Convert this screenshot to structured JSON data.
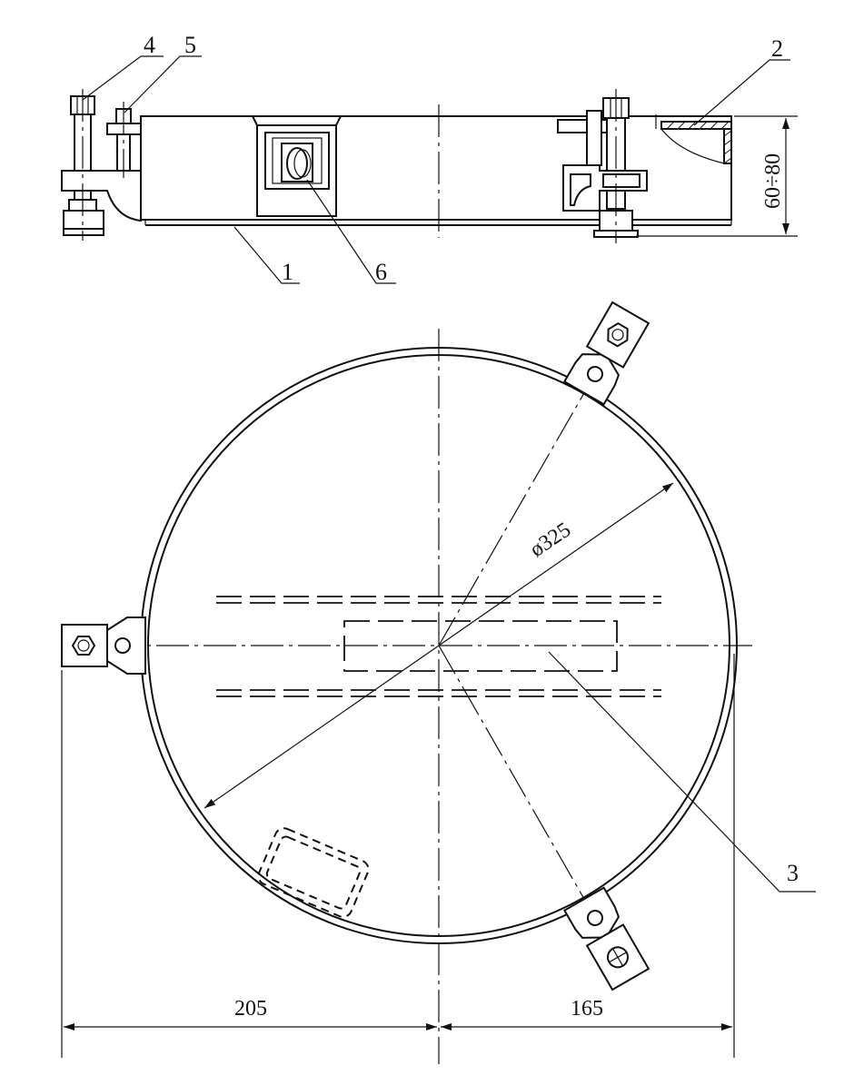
{
  "callouts": {
    "c1": "1",
    "c2": "2",
    "c3": "3",
    "c4": "4",
    "c5": "5",
    "c6": "6"
  },
  "dimensions": {
    "height": "60÷80",
    "diameter": "ø325",
    "left_offset": "205",
    "right_offset": "165"
  }
}
